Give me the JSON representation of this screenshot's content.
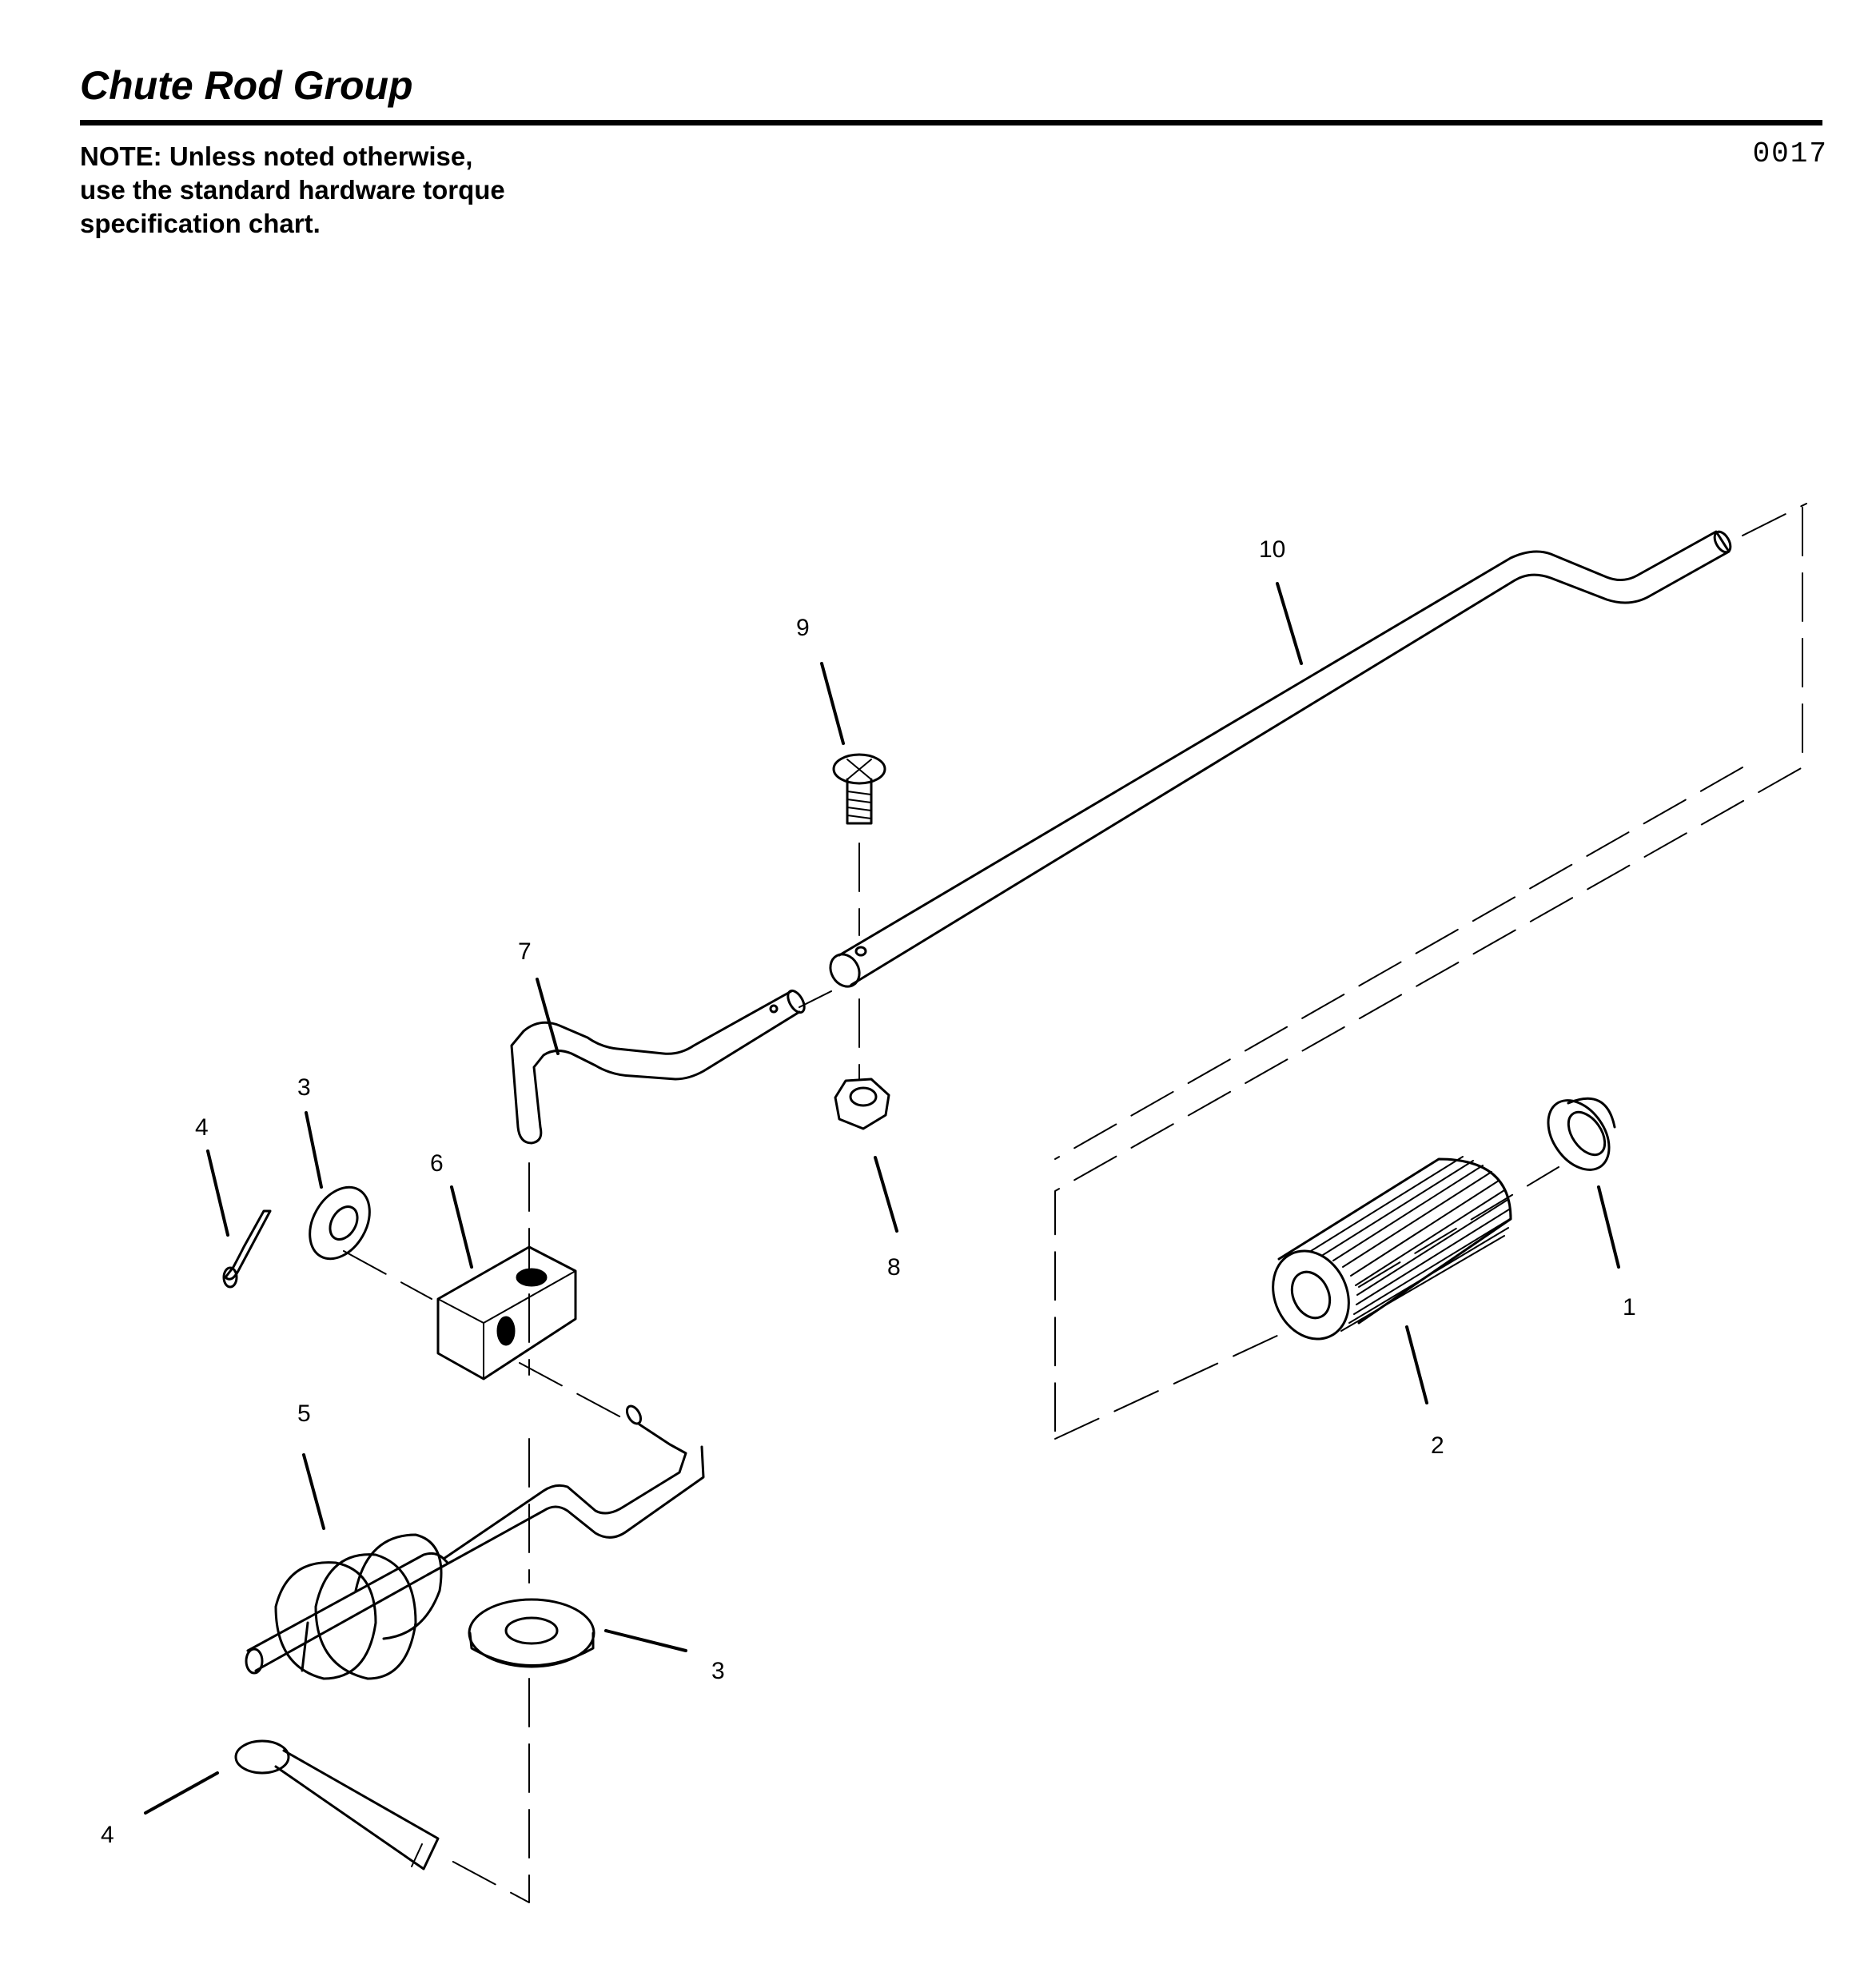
{
  "header": {
    "title": "Chute Rod Group",
    "code": "0017"
  },
  "note": {
    "lines": [
      "NOTE: Unless noted otherwise,",
      "use the standard hardware torque",
      "specification chart."
    ]
  },
  "callouts": {
    "c1": "1",
    "c2": "2",
    "c3a": "3",
    "c3b": "3",
    "c4a": "4",
    "c4b": "4",
    "c5": "5",
    "c6": "6",
    "c7": "7",
    "c8": "8",
    "c9": "9",
    "c10": "10"
  },
  "parts": [
    {
      "callout": "1",
      "icon": "flanged-bushing-icon"
    },
    {
      "callout": "2",
      "icon": "knurled-grip-icon"
    },
    {
      "callout": "3",
      "icon": "flat-washer-icon"
    },
    {
      "callout": "4",
      "icon": "cotter-pin-icon"
    },
    {
      "callout": "5",
      "icon": "spring-rod-icon"
    },
    {
      "callout": "6",
      "icon": "block-icon"
    },
    {
      "callout": "7",
      "icon": "bent-rod-icon"
    },
    {
      "callout": "8",
      "icon": "hex-nut-icon"
    },
    {
      "callout": "9",
      "icon": "screw-icon"
    },
    {
      "callout": "10",
      "icon": "chute-rod-icon"
    }
  ]
}
